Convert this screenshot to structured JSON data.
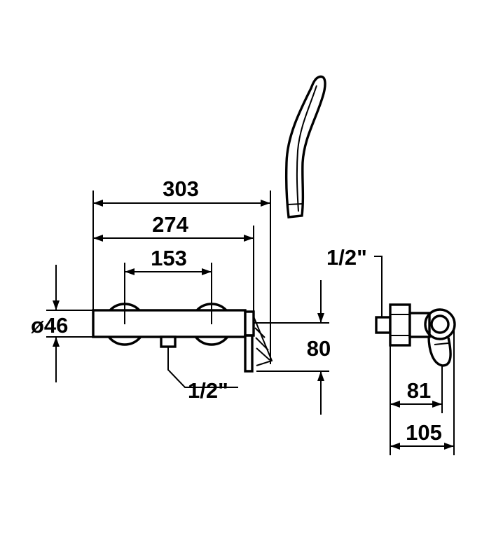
{
  "dimensions": {
    "overall_width": "303",
    "body_width": "274",
    "inlet_centers": "153",
    "body_diameter": "ø46",
    "height": "80",
    "inlet_bottom": "1/2\"",
    "outlet_side": "1/2\"",
    "side_depth_inner": "81",
    "side_depth_outer": "105"
  }
}
